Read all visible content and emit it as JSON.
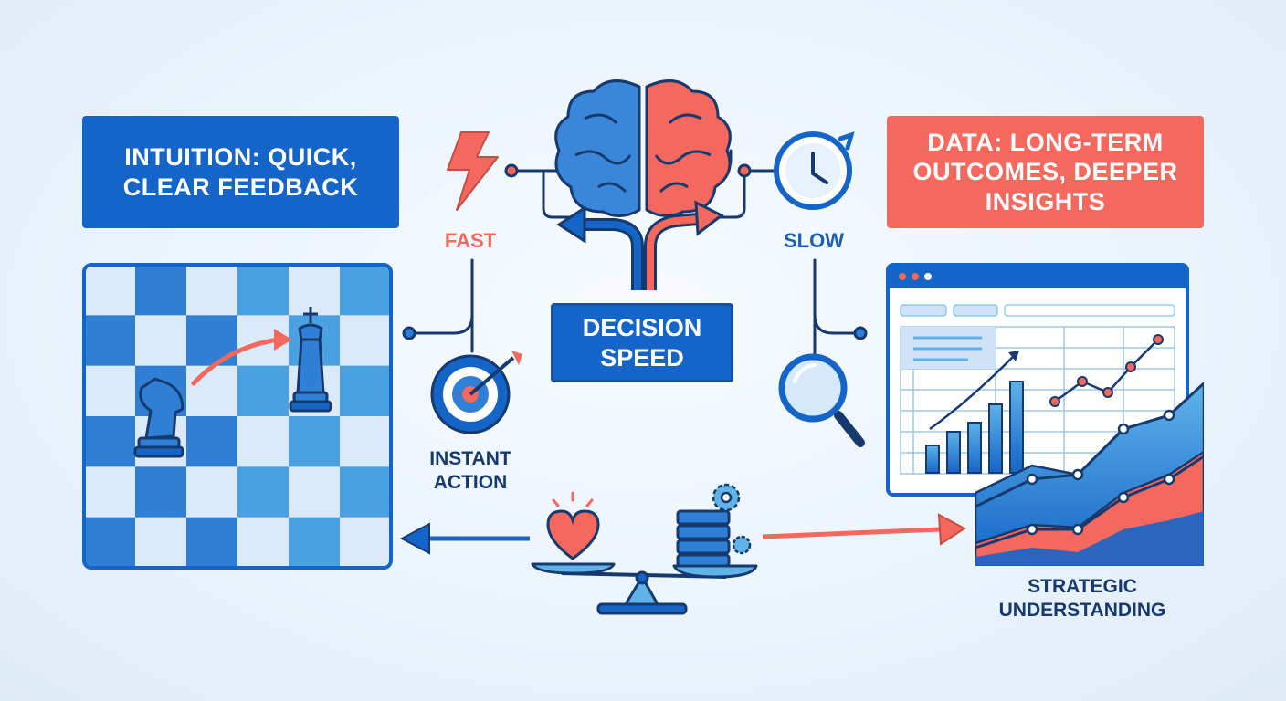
{
  "left_panel": {
    "title": "INTUITION: QUICK, CLEAR FEEDBACK"
  },
  "right_panel": {
    "title": "DATA: LONG-TERM OUTCOMES, DEEPER INSIGHTS"
  },
  "center": {
    "title": "DECISION SPEED"
  },
  "fast_path": {
    "label": "FAST"
  },
  "slow_path": {
    "label": "SLOW"
  },
  "instant_action": {
    "line1": "INSTANT",
    "line2": "ACTION"
  },
  "strategic": {
    "line1": "STRATEGIC",
    "line2": "UNDERSTANDING"
  },
  "colors": {
    "blue": "#1565c8",
    "coral": "#f4685e",
    "navy": "#163a6e",
    "light_blue": "#5fb3e8"
  },
  "icons": [
    "brain-icon",
    "lightning-bolt-icon",
    "clock-icon",
    "target-icon",
    "magnifier-icon",
    "heart-icon",
    "server-stack-icon",
    "gear-icon",
    "chess-knight-icon",
    "chess-king-icon",
    "balance-scale-icon",
    "spreadsheet-icon"
  ]
}
